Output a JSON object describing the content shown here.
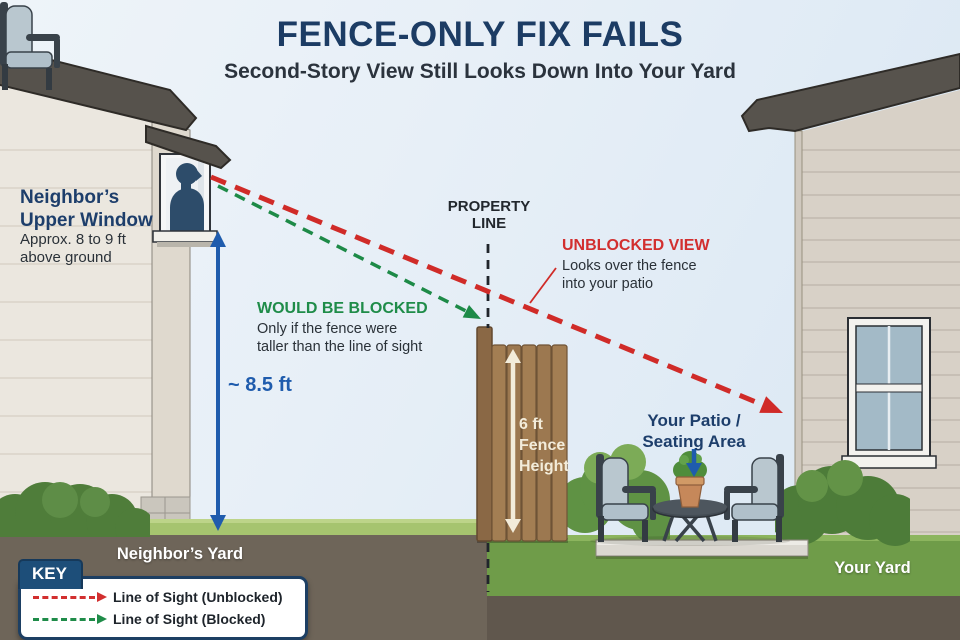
{
  "title": "FENCE-ONLY FIX FAILS",
  "subtitle": "Second-Story View Still Looks Down Into Your Yard",
  "annotations": {
    "neighbor_window": {
      "title_lines": [
        "Neighbor’s",
        "Upper Window"
      ],
      "sub_lines": [
        "Approx. 8 to 9 ft",
        "above ground"
      ]
    },
    "property_line": {
      "lines": [
        "PROPERTY",
        "LINE"
      ]
    },
    "unblocked": {
      "title": "UNBLOCKED VIEW",
      "sub_lines": [
        "Looks over the fence",
        "into your patio"
      ]
    },
    "blocked": {
      "title": "WOULD BE BLOCKED",
      "sub_lines": [
        "Only if the fence were",
        "taller than the line of sight"
      ]
    },
    "house_height": "~ 8.5 ft",
    "fence_height_lines": [
      "6 ft",
      "Fence",
      "Height"
    ],
    "patio_lines": [
      "Your Patio /",
      "Seating Area"
    ],
    "neighbor_yard": "Neighbor’s Yard",
    "your_yard": "Your Yard"
  },
  "key": {
    "title": "KEY",
    "items": [
      {
        "label": "Line of Sight (Unblocked)",
        "color": "#d22f2f",
        "style": "red-dashed-arrow"
      },
      {
        "label": "Line of Sight (Blocked)",
        "color": "#1f8c49",
        "style": "green-dashed-arrow"
      }
    ]
  },
  "colors": {
    "title_navy": "#1c3c64",
    "unblocked_red": "#d22f2f",
    "blocked_green": "#1f8c49",
    "measure_blue": "#1f5cad",
    "fence_label_cream": "#f3ecda",
    "key_border_navy": "#1d3f63",
    "fence_brown": "#a37e53",
    "grass_green": "#6f9c49",
    "neighbor_ground_brown": "#6e6559",
    "sky_blue": "#dce8f4"
  }
}
